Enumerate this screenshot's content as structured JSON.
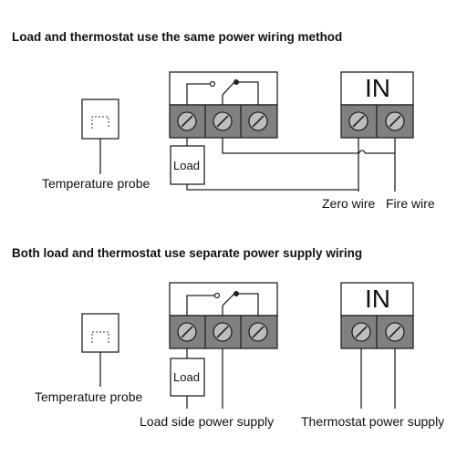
{
  "section1": {
    "heading": "Load and thermostat use the same power wiring method",
    "probe_label": "Temperature probe",
    "load_label": "Load",
    "in_label": "IN",
    "zero_wire_label": "Zero wire",
    "fire_wire_label": "Fire wire"
  },
  "section2": {
    "heading": "Both load and thermostat use separate power supply wiring",
    "probe_label": "Temperature probe",
    "load_label": "Load",
    "in_label": "IN",
    "load_supply_label": "Load side power supply",
    "thermostat_supply_label": "Thermostat power supply"
  }
}
